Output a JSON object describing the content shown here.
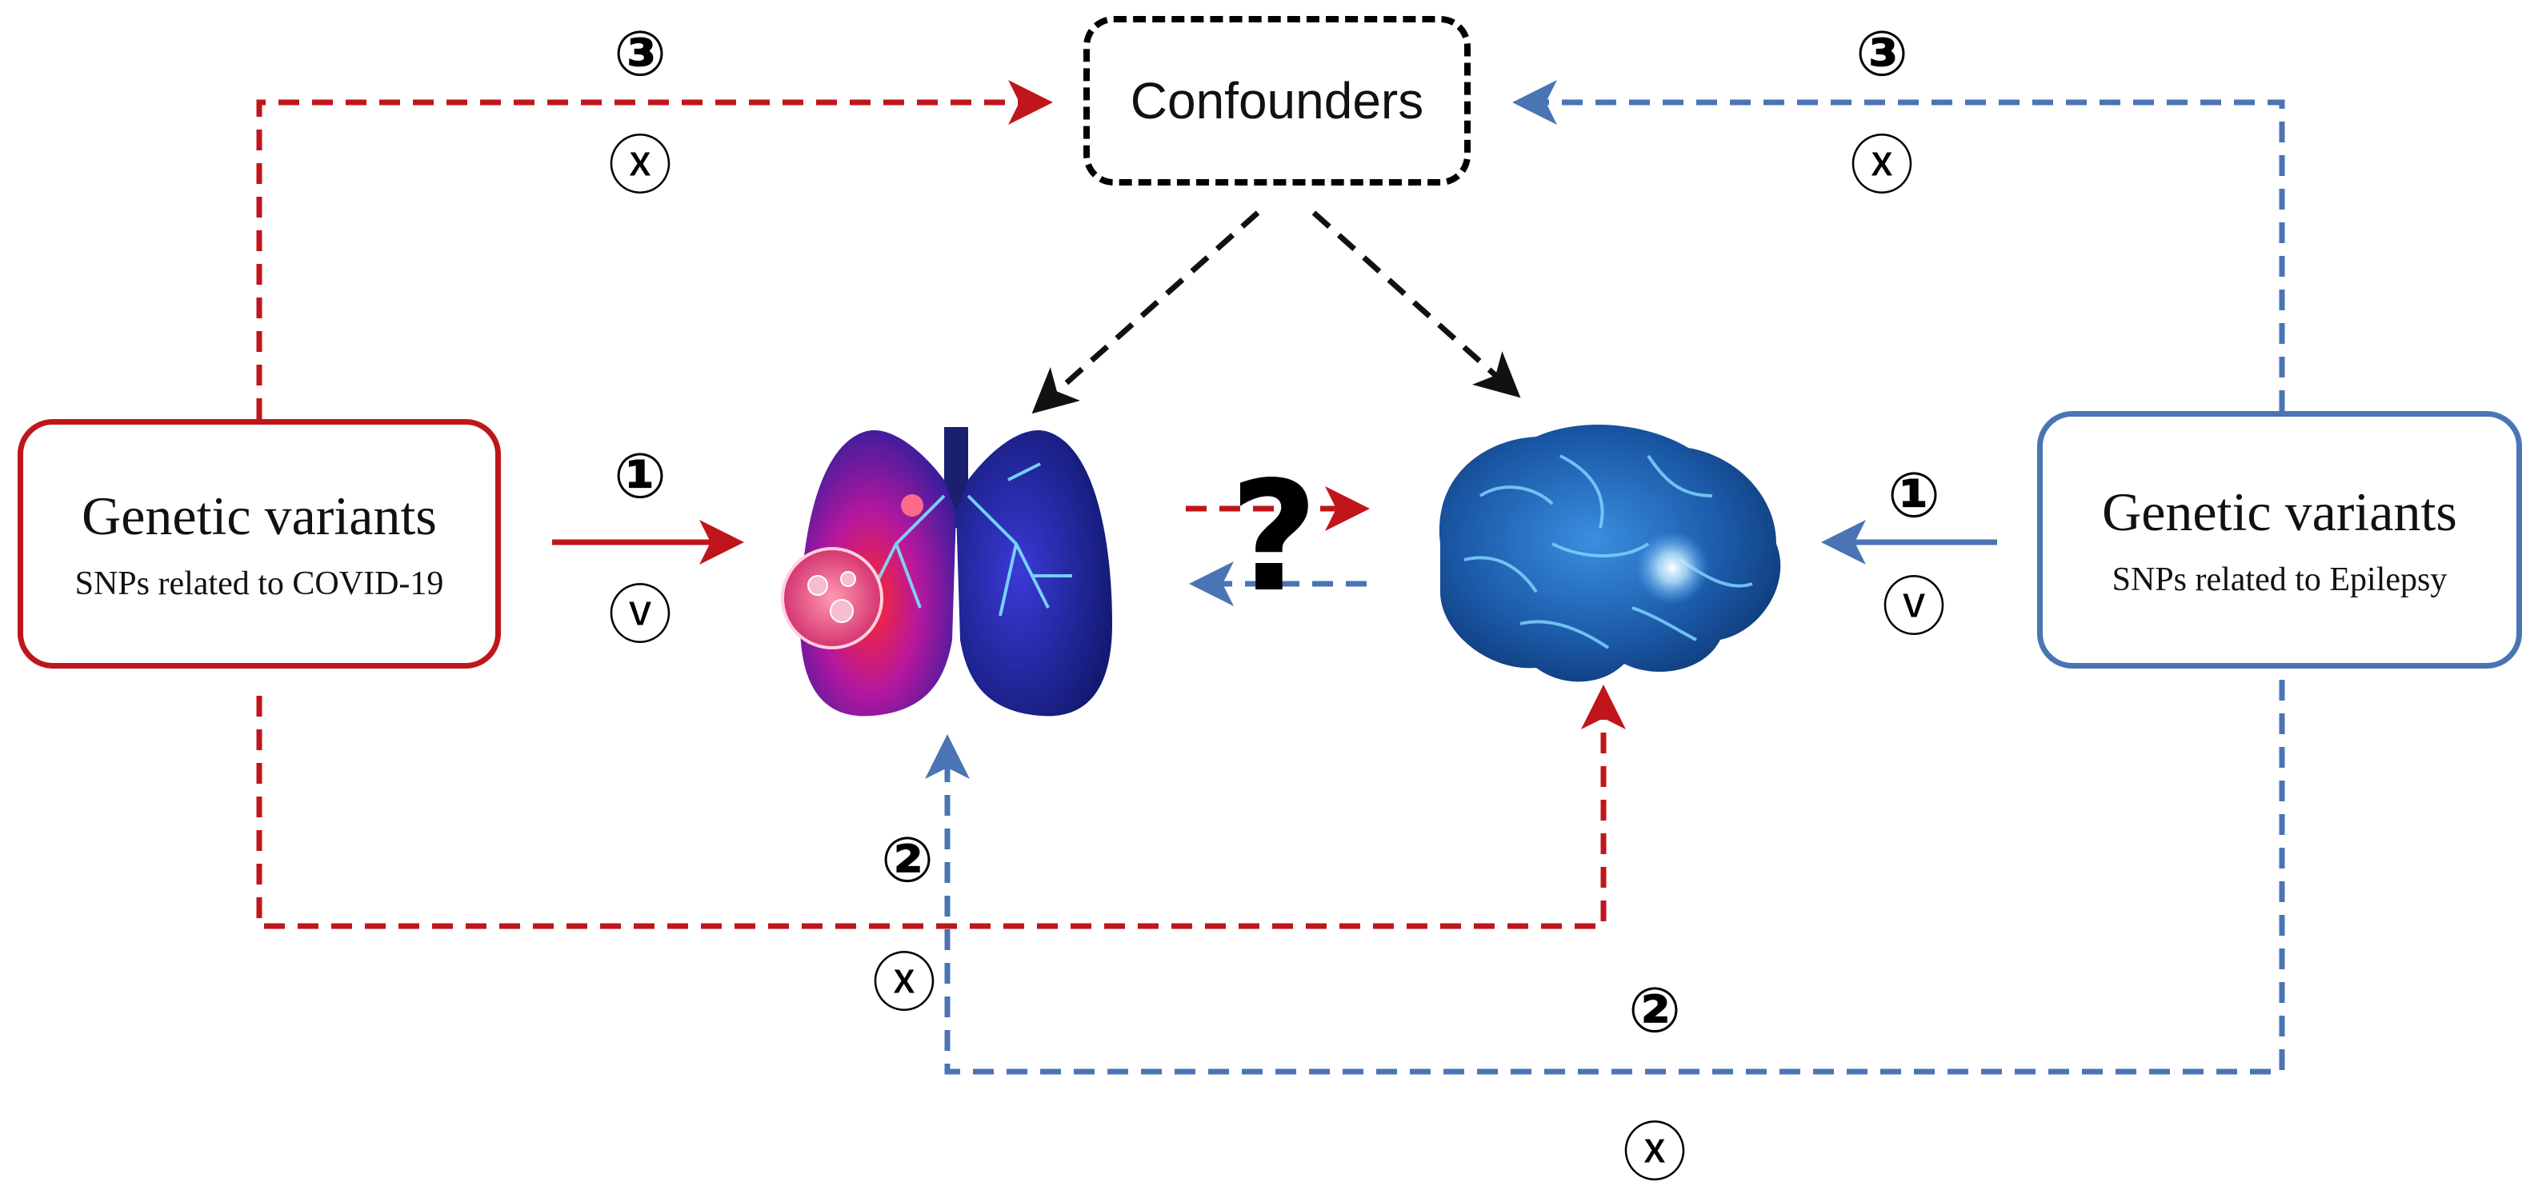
{
  "confounders": {
    "label": "Confounders"
  },
  "exposure_covid": {
    "title": "Genetic variants",
    "subtitle": "SNPs related to COVID-19"
  },
  "exposure_epilepsy": {
    "title": "Genetic variants",
    "subtitle": "SNPs related to Epilepsy"
  },
  "center": {
    "question": "?"
  },
  "assumption_markers": {
    "left_top_number": "③",
    "left_top_status": "ⓧ",
    "left_mid_number": "①",
    "left_mid_status": "ⓥ",
    "left_bottom_number": "②",
    "left_bottom_status": "ⓧ",
    "right_top_number": "③",
    "right_top_status": "ⓧ",
    "right_mid_number": "①",
    "right_mid_status": "ⓥ",
    "right_bottom_number": "②",
    "right_bottom_status": "ⓧ"
  },
  "icons": {
    "lungs": "lungs-icon",
    "brain": "brain-icon"
  },
  "colors": {
    "covid": "#c0161b",
    "epilepsy": "#4a74b4",
    "confounder": "#000000"
  }
}
